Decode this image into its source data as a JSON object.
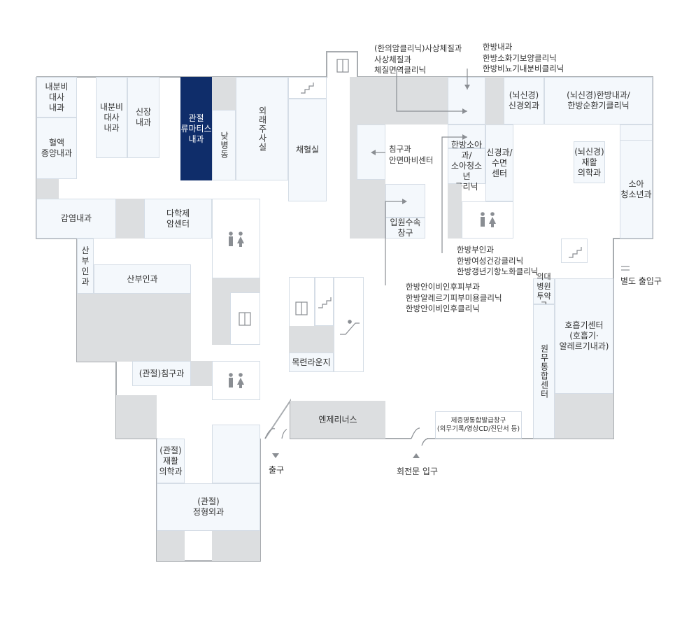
{
  "colors": {
    "room_fill": "#f4f8fc",
    "room_border": "#d5dde6",
    "service_fill": "#dcdee0",
    "highlight": "#0f2d6a",
    "wall": "#a8acb0",
    "icon": "#8a8e93"
  },
  "icons": [
    "restroom-icon",
    "elevator-icon",
    "stairs-icon",
    "escalator-icon",
    "arrow-icon",
    "door-icon",
    "exchange-icon"
  ],
  "rooms": {
    "nephro_small": "내분비\n대사\n내과",
    "blood_onco": "혈액\n종양내과",
    "nephro_large": "내분비\n대사\n내과",
    "kidney": "신장\n내과",
    "rheumatology": "관절\n류마티스\n내과",
    "day_ward": "낮병동",
    "injection_room": "외래주사실",
    "blood_draw": "채혈실",
    "infection": "감염내과",
    "cancer_center": "다학제\n암센터",
    "ob_gyn": "산부인과",
    "acupuncture_joint": "(관절)침구과",
    "rehab_joint": "(관절)\n재활\n의학과",
    "ortho_joint": "(관절)\n정형외과",
    "lounge": "목련라운지",
    "angelinus": "엔제리너스",
    "certificate": "제증명통합발급창구\n(의무기록/영상CD/진단서 등)",
    "neuro_surgery": "(뇌신경)\n신경외과",
    "neuro_internal": "(뇌신경)한방내과/\n한방순환기클리닉",
    "neuro_rehab": "(뇌신경)\n재활\n의학과",
    "pediatrics": "소아\n청소년과",
    "korean_pediatrics": "한방소아과/\n소아청소년\n클리닉",
    "neuropsych": "신경과/\n수면\n센터",
    "admission": "입원수속\n창구",
    "pharmacy": "의대병원\n투약구",
    "pulmonary": "호흡기센터\n(호흡기·\n알레르기내과)",
    "onestop": "원무통합센터"
  },
  "callouts": {
    "sasang": "(한의암클리닉)사상체질과\n사상체질과\n체질면역클리닉",
    "hanbang_internal": "한방내과\n한방소화기보양클리닉\n한방비뇨기내분비클리닉",
    "acupuncture": "침구과\n안면마비센터",
    "gyn": "한방부인과\n한방여성건강클리닉\n한방갱년기항노화클리닉",
    "ent": "한방안이비인후피부과\n한방알레르기피부미용클리닉\n한방안이비인후클리닉"
  },
  "entrances": {
    "exit": "출구",
    "revolving": "회전문 입구",
    "separate": "별도 출입구"
  }
}
